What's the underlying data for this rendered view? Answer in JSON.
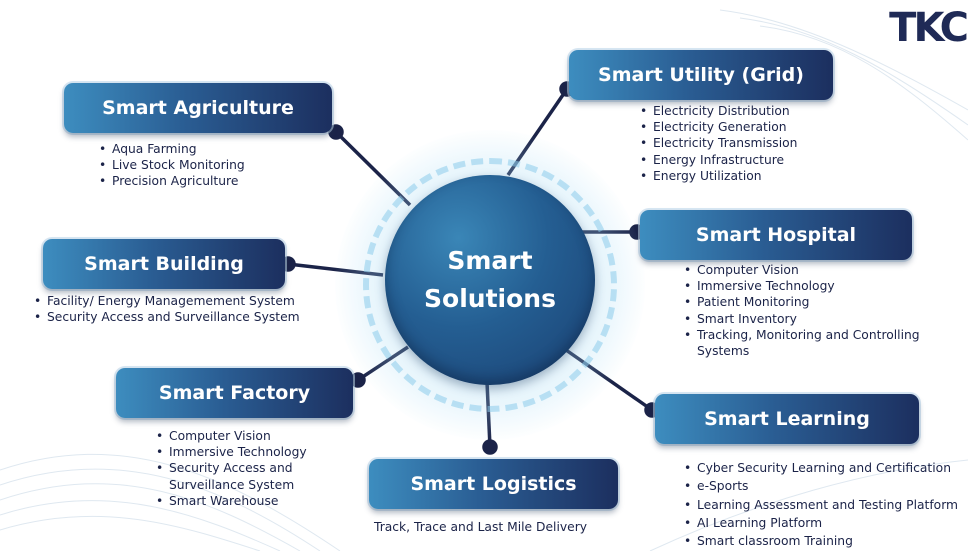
{
  "logo": "TKC",
  "center": {
    "title": "Smart\nSolutions"
  },
  "nodes": {
    "utility": {
      "title": "Smart Utility (Grid)",
      "items": [
        "Electricity Distribution",
        "Electricity Generation",
        "Electricity Transmission",
        "Energy Infrastructure",
        "Energy Utilization"
      ]
    },
    "agriculture": {
      "title": "Smart Agriculture",
      "items": [
        "Aqua Farming",
        "Live Stock Monitoring",
        "Precision Agriculture"
      ]
    },
    "building": {
      "title": "Smart Building",
      "items": [
        "Facility/ Energy Managemement System",
        "Security Access and Surveillance System"
      ]
    },
    "hospital": {
      "title": "Smart Hospital",
      "items": [
        "Computer Vision",
        "Immersive Technology",
        "Patient Monitoring",
        "Smart Inventory",
        "Tracking, Monitoring and Controlling Systems"
      ]
    },
    "factory": {
      "title": "Smart Factory",
      "items": [
        "Computer Vision",
        "Immersive Technology",
        "Security Access and Surveillance System",
        "Smart Warehouse"
      ]
    },
    "logistics": {
      "title": "Smart Logistics",
      "text": "Track, Trace and Last Mile Delivery"
    },
    "learning": {
      "title": "Smart Learning",
      "items": [
        "Cyber Security Learning and Certification",
        "e-Sports",
        "Learning Assessment and Testing Platform",
        "AI  Learning Platform",
        "Smart classroom Training"
      ]
    }
  },
  "colors": {
    "pill_light": "#3d8dbf",
    "pill_dark": "#1c2f5f",
    "center": "#245e92",
    "connector": "#1b2348",
    "text": "#1b2348"
  }
}
